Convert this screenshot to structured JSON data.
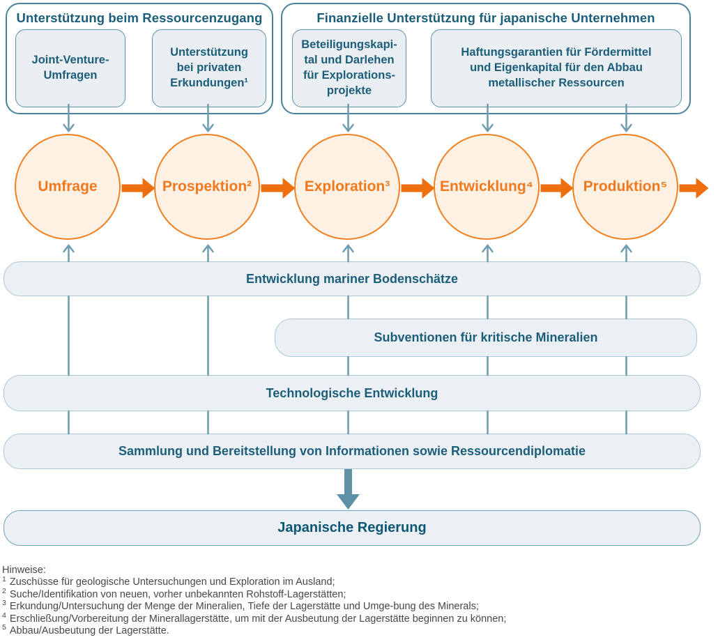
{
  "top_groups": [
    {
      "title": "Unterstützung beim Ressourcenzugang",
      "boxes": [
        "Joint-Venture-\nUmfragen",
        "Unterstützung\nbei privaten\nErkundungen¹"
      ]
    },
    {
      "title": "Finanzielle Unterstützung für japanische Unternehmen",
      "boxes": [
        "Beteiligungskapi-\ntal und Darlehen\nfür Explorations-\nprojekte",
        "Haftungsgarantien für Fördermittel\nund Eigenkapital für den Abbau\nmetallischer Ressourcen"
      ]
    }
  ],
  "stages": [
    "Umfrage",
    "Prospektion²",
    "Exploration³",
    "Entwicklung⁴",
    "Produktion⁵"
  ],
  "support_bars": [
    "Entwicklung mariner Bodenschätze",
    "Subventionen für kritische Mineralien",
    "Technologische Entwicklung",
    "Sammlung und Bereitstellung von Informationen sowie Ressourcendiplomatie"
  ],
  "government": "Japanische Regierung",
  "footnotes": {
    "heading": "Hinweise:",
    "items": [
      {
        "marker": "1",
        "text": "Zuschüsse für geologische Untersuchungen und Exploration im Ausland;"
      },
      {
        "marker": "2",
        "text": "Suche/Identifikation von neuen, vorher unbekannten Rohstoff-Lagerstätten;"
      },
      {
        "marker": "3",
        "text": "Erkundung/Untersuchung der Menge der Mineralien, Tiefe der Lagerstätte und Umge-bung des Minerals;"
      },
      {
        "marker": "4",
        "text": "Erschließung/Vorbereitung der Minerallagerstätte, um mit der Ausbeutung der Lagerstätte beginnen zu können;"
      },
      {
        "marker": "5",
        "text": "Abbau/Ausbeutung der Lagerstätte."
      }
    ]
  },
  "colors": {
    "orange_arrow": "#ed6f10",
    "circle_border": "#f0801f",
    "circle_fill": "#fdf1e4",
    "circle_text": "#f0791f",
    "teal_text": "#1c5e7a",
    "container_border": "#4a839e",
    "subbox_fill": "#e9eef2",
    "subbox_border": "#5d92aa",
    "bar_fill": "#ebf0f4",
    "bar_border": "#aac7d5",
    "connector": "#6d9bb0",
    "big_arrow": "#5e90a8",
    "footnote_text": "#474747"
  }
}
